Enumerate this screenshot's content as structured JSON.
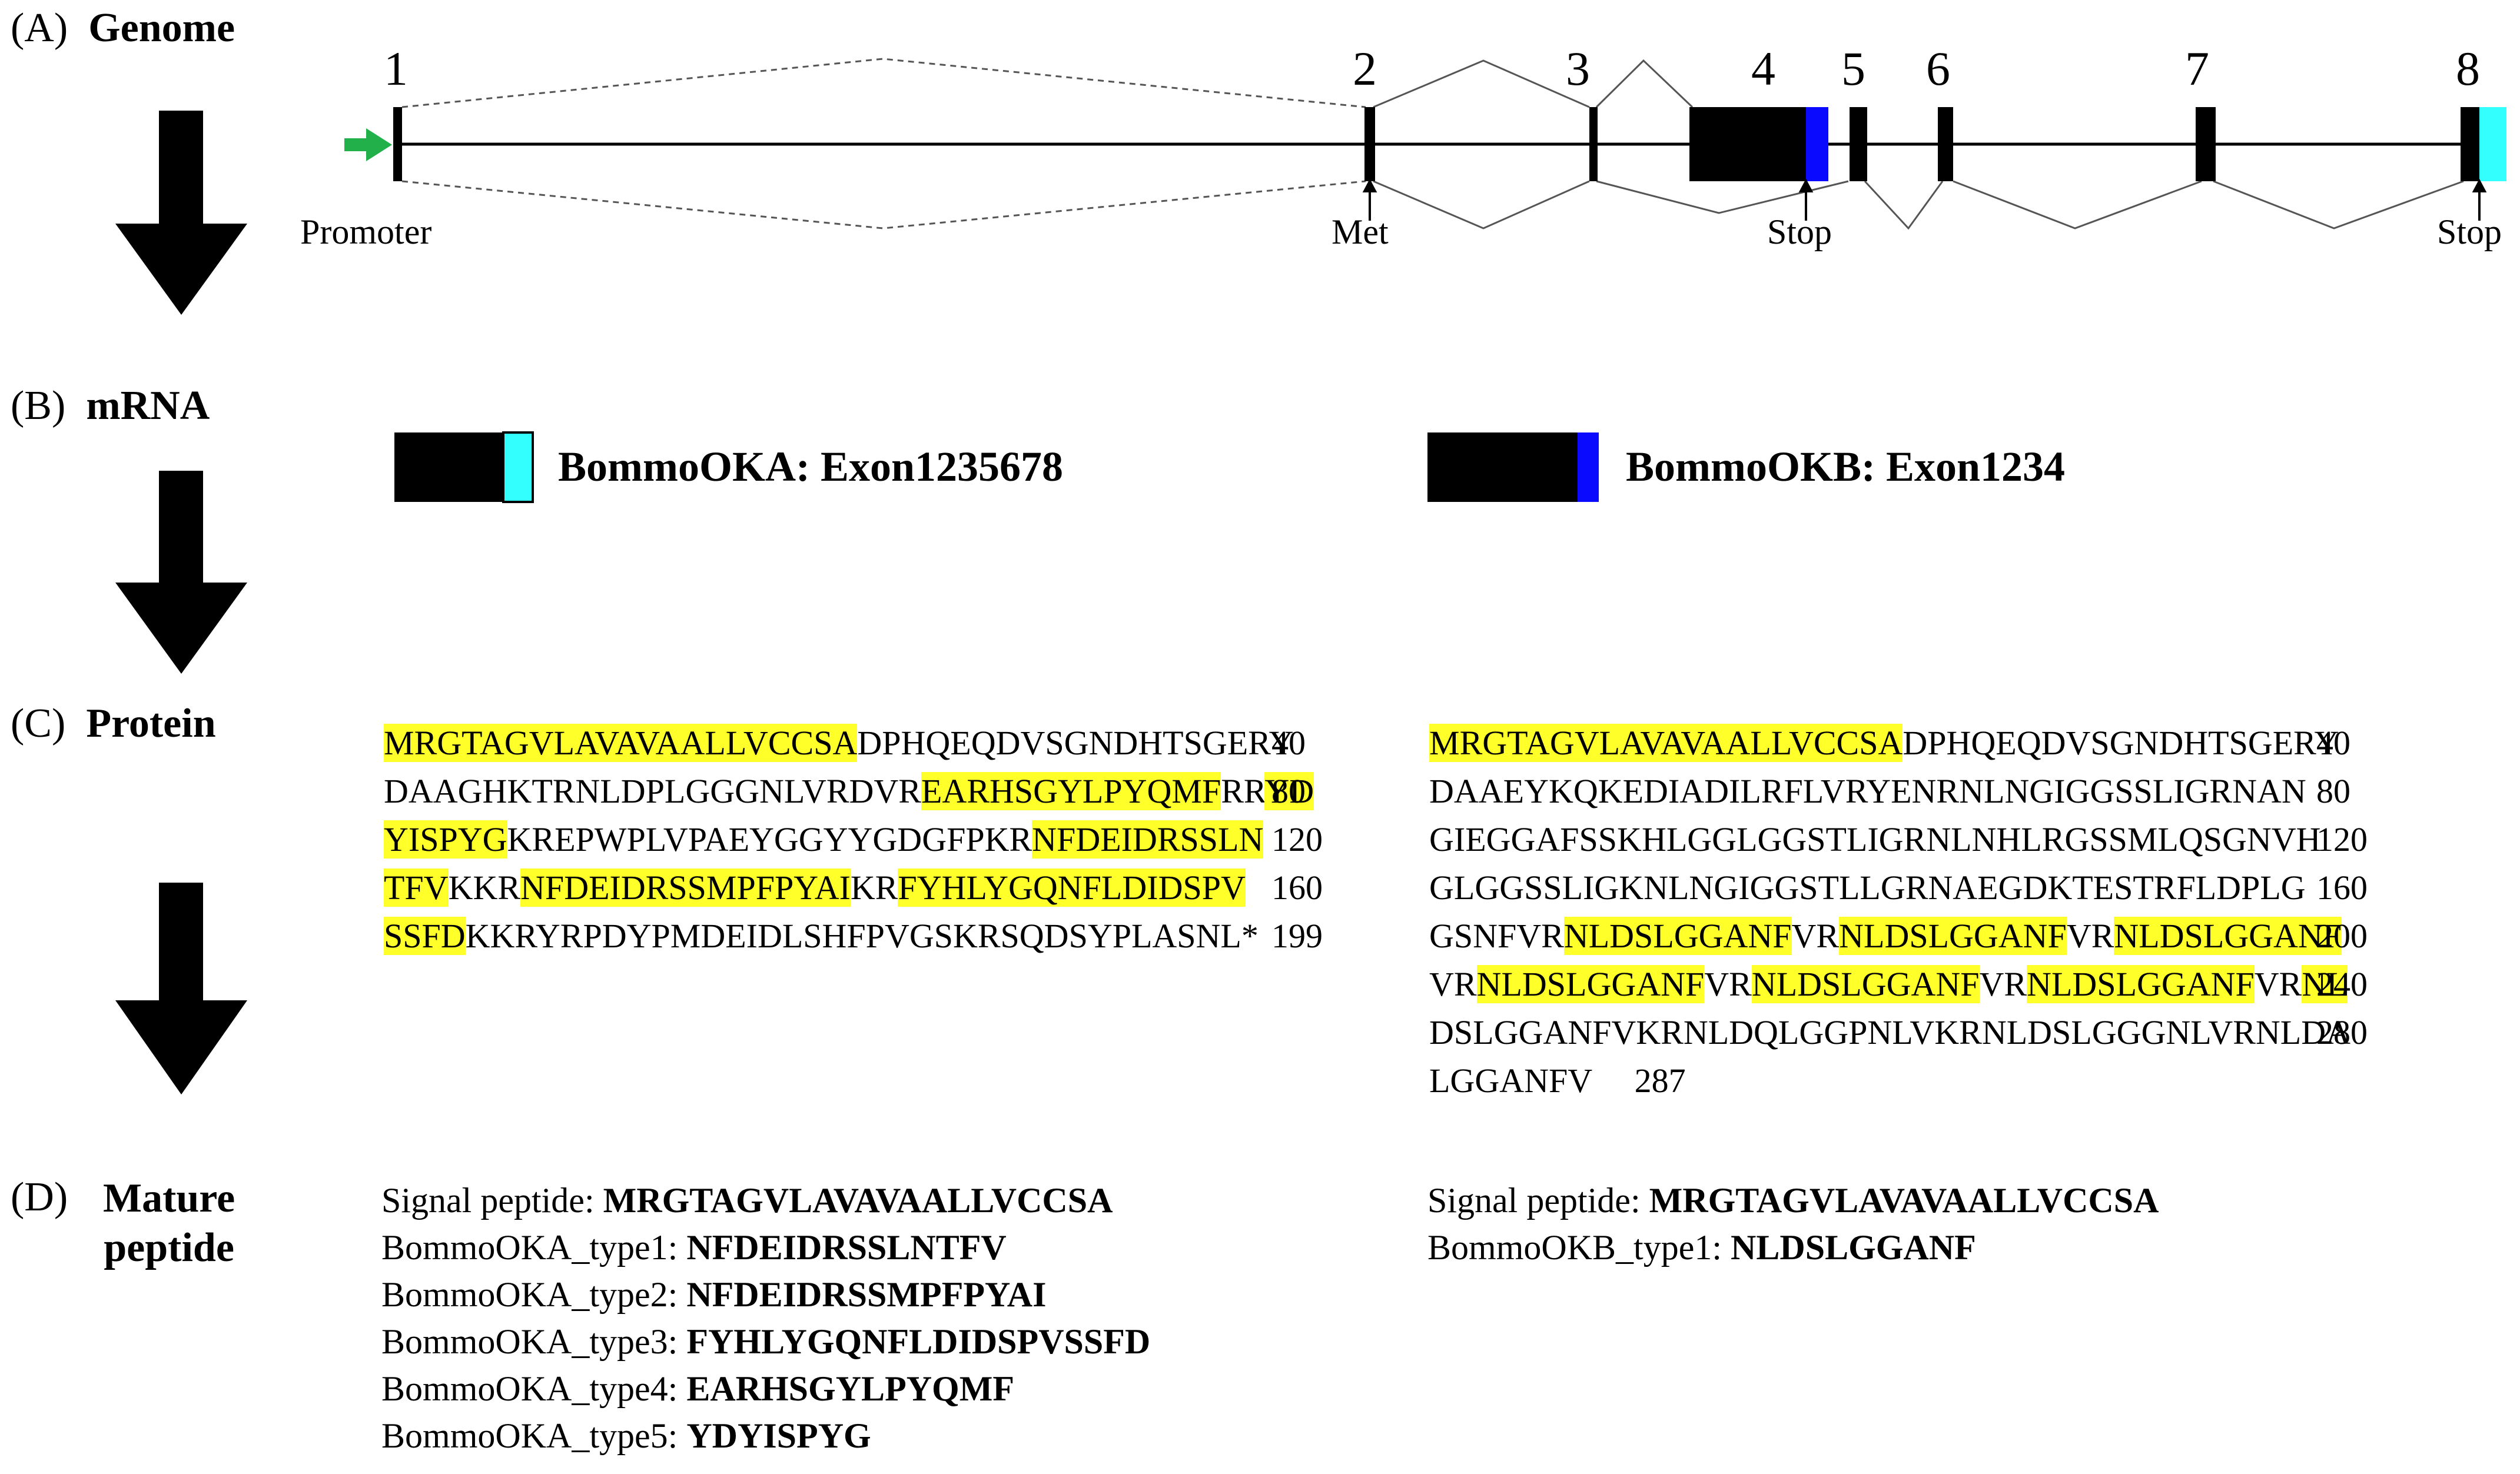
{
  "sections": {
    "A": {
      "tag": "(A)",
      "title": "Genome"
    },
    "B": {
      "tag": "(B)",
      "title": "mRNA"
    },
    "C": {
      "tag": "(C)",
      "title": "Protein"
    },
    "D": {
      "tag": "(D)",
      "title_line1": "Mature",
      "title_line2": "peptide"
    }
  },
  "genome": {
    "exon_numbers": [
      "1",
      "2",
      "3",
      "4",
      "5",
      "6",
      "7",
      "8"
    ],
    "labels": {
      "promoter": "Promoter",
      "met": "Met",
      "stop_b": "Stop",
      "stop_a": "Stop"
    },
    "colors": {
      "exon": "#000000",
      "promoter_arrow": "#22b04b",
      "okb_stop_region": "#0a0aff",
      "oka_stop_region": "#33ffff"
    }
  },
  "mrna": {
    "oka_label": "BommoOKA: Exon1235678",
    "okb_label": "BommoOKB: Exon1234"
  },
  "protein": {
    "oka": {
      "lines": [
        [
          [
            "MRGTAGVLAVAVAALLVCCSA",
            true
          ],
          [
            "DPHQEQDVSGNDHTSGERY",
            false
          ]
        ],
        [
          [
            "DAAGHKTRNLDPLGGGNLVRDVR",
            false
          ],
          [
            "EARHSGYLPYQMF",
            true
          ],
          [
            "RR",
            false
          ],
          [
            "YD",
            true
          ]
        ],
        [
          [
            "YISPYG",
            true
          ],
          [
            "KREPWPLVPAEYGGYYGDGFPKR",
            false
          ],
          [
            "NFDEIDRSSLN",
            true
          ]
        ],
        [
          [
            "TFV",
            true
          ],
          [
            "KKR",
            false
          ],
          [
            "NFDEIDRSSMPFPYAI",
            true
          ],
          [
            "KR",
            false
          ],
          [
            "FYHLYGQNFLDIDSPV",
            true
          ]
        ],
        [
          [
            "SSFD",
            true
          ],
          [
            "KKRYRPDYPMDEIDLSHFPVGSKRSQDSYPLASNL*",
            false
          ]
        ]
      ],
      "numbers": [
        "40",
        "80",
        "120",
        "160",
        "199"
      ]
    },
    "okb": {
      "lines": [
        [
          [
            "MRGTAGVLAVAVAALLVCCSA",
            true
          ],
          [
            "DPHQEQDVSGNDHTSGERY",
            false
          ]
        ],
        [
          [
            "DAAEYKQKEDIADILRFLVRYENRNLNGIGGSSLIGRNAN",
            false
          ]
        ],
        [
          [
            "GIEGGAFSSKHLGGLGGSTLIGRNLNHLRGSSMLQSGNVH",
            false
          ]
        ],
        [
          [
            "GLGGSSLIGKNLNGIGGSTLLGRNAEGDKTESTRFLDPLG",
            false
          ]
        ],
        [
          [
            "GSNFVR",
            false
          ],
          [
            "NLDSLGGANF",
            true
          ],
          [
            "VR",
            false
          ],
          [
            "NLDSLGGANF",
            true
          ],
          [
            "VR",
            false
          ],
          [
            "NLDSLGGANF",
            true
          ]
        ],
        [
          [
            "VR",
            false
          ],
          [
            "NLDSLGGANF",
            true
          ],
          [
            "VR",
            false
          ],
          [
            "NLDSLGGANF",
            true
          ],
          [
            "VR",
            false
          ],
          [
            "NLDSLGGANF",
            true
          ],
          [
            "VR",
            false
          ],
          [
            "NL",
            true
          ]
        ],
        [
          [
            "DSLGGANFVKRNLDQLGGPNLVKRNLDSLGGGNLVRNLDA",
            false
          ]
        ],
        [
          [
            "LGGANFV     287",
            false
          ]
        ]
      ],
      "numbers": [
        "40",
        "80",
        "120",
        "160",
        "200",
        "240",
        "280"
      ]
    }
  },
  "mature": {
    "oka": [
      {
        "label": "Signal peptide: ",
        "seq": "MRGTAGVLAVAVAALLVCCSA"
      },
      {
        "label": "BommoOKA_type1: ",
        "seq": "NFDEIDRSSLNTFV"
      },
      {
        "label": "BommoOKA_type2: ",
        "seq": "NFDEIDRSSMPFPYAI"
      },
      {
        "label": "BommoOKA_type3: ",
        "seq": "FYHLYGQNFLDIDSPVSSFD"
      },
      {
        "label": "BommoOKA_type4: ",
        "seq": "EARHSGYLPYQMF"
      },
      {
        "label": "BommoOKA_type5: ",
        "seq": "YDYISPYG"
      }
    ],
    "okb": [
      {
        "label": "Signal peptide: ",
        "seq": "MRGTAGVLAVAVAALLVCCSA"
      },
      {
        "label": "BommoOKB_type1: ",
        "seq": "NLDSLGGANF"
      }
    ]
  }
}
